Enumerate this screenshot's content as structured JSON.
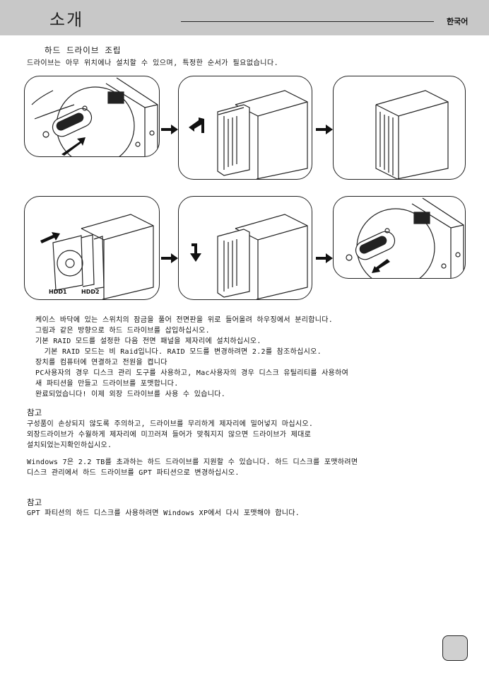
{
  "header": {
    "title": "소개",
    "language": "한국어"
  },
  "section": {
    "title": "하드 드라이브 조립",
    "intro": "드라이브는 아무 위치에나 설치할 수 있으며, 특정한 순서가 필요없습니다."
  },
  "figures": {
    "hdd1_label": "HDD1",
    "hdd2_label": "HDD2"
  },
  "steps": [
    "케이스 바닥에 있는 스위치의 잠금을 풀어 전면판을 위로 들어올려 하우징에서 분리합니다.",
    "그림과 같은 방향으로 하드 드라이브를 삽입하십시오.",
    "기본 RAID 모드를 설정한 다음 전면 패널을 제자리에 설치하십시오.",
    "  기본 RAID 모드는 비 Raid입니다. RAID 모드를 변경하려면 2.2를 참조하십시오.",
    "장치를 컴퓨터에 연결하고 전원을 켭니다",
    "PC사용자의 경우 디스크 관리 도구를 사용하고, Mac사용자의 경우 디스크 유틸리티를 사용하여",
    "새 파티션을 만들고 드라이브를 포맷합니다.",
    "완료되었습니다! 이제 외장 드라이브를 사용 수 있습니다."
  ],
  "note1": {
    "heading": "참고",
    "lines": [
      "구성품이 손상되지 않도록 주의하고, 드라이브를 무리하게 제자리에 밀어넣지 마십시오.",
      "외장드라이브가 수월하게 제자리에 미끄러져 들어가 맞춰지지 않으면 드라이브가 제대로",
      "설치되었는지확인하십시오."
    ],
    "windows_lines": [
      "Windows 7은 2.2 TB를 초과하는 하드 드라이브를 지원할 수 있습니다. 하드 디스크를 포맷하려면",
      "디스크 관리에서 하드 드라이브를 GPT 파티션으로 변경하십시오."
    ]
  },
  "note2": {
    "heading": "참고",
    "lines": [
      "GPT 파티션의 하드 디스크를 사용하려면 Windows XP에서 다시 포맷해야 합니다."
    ]
  }
}
